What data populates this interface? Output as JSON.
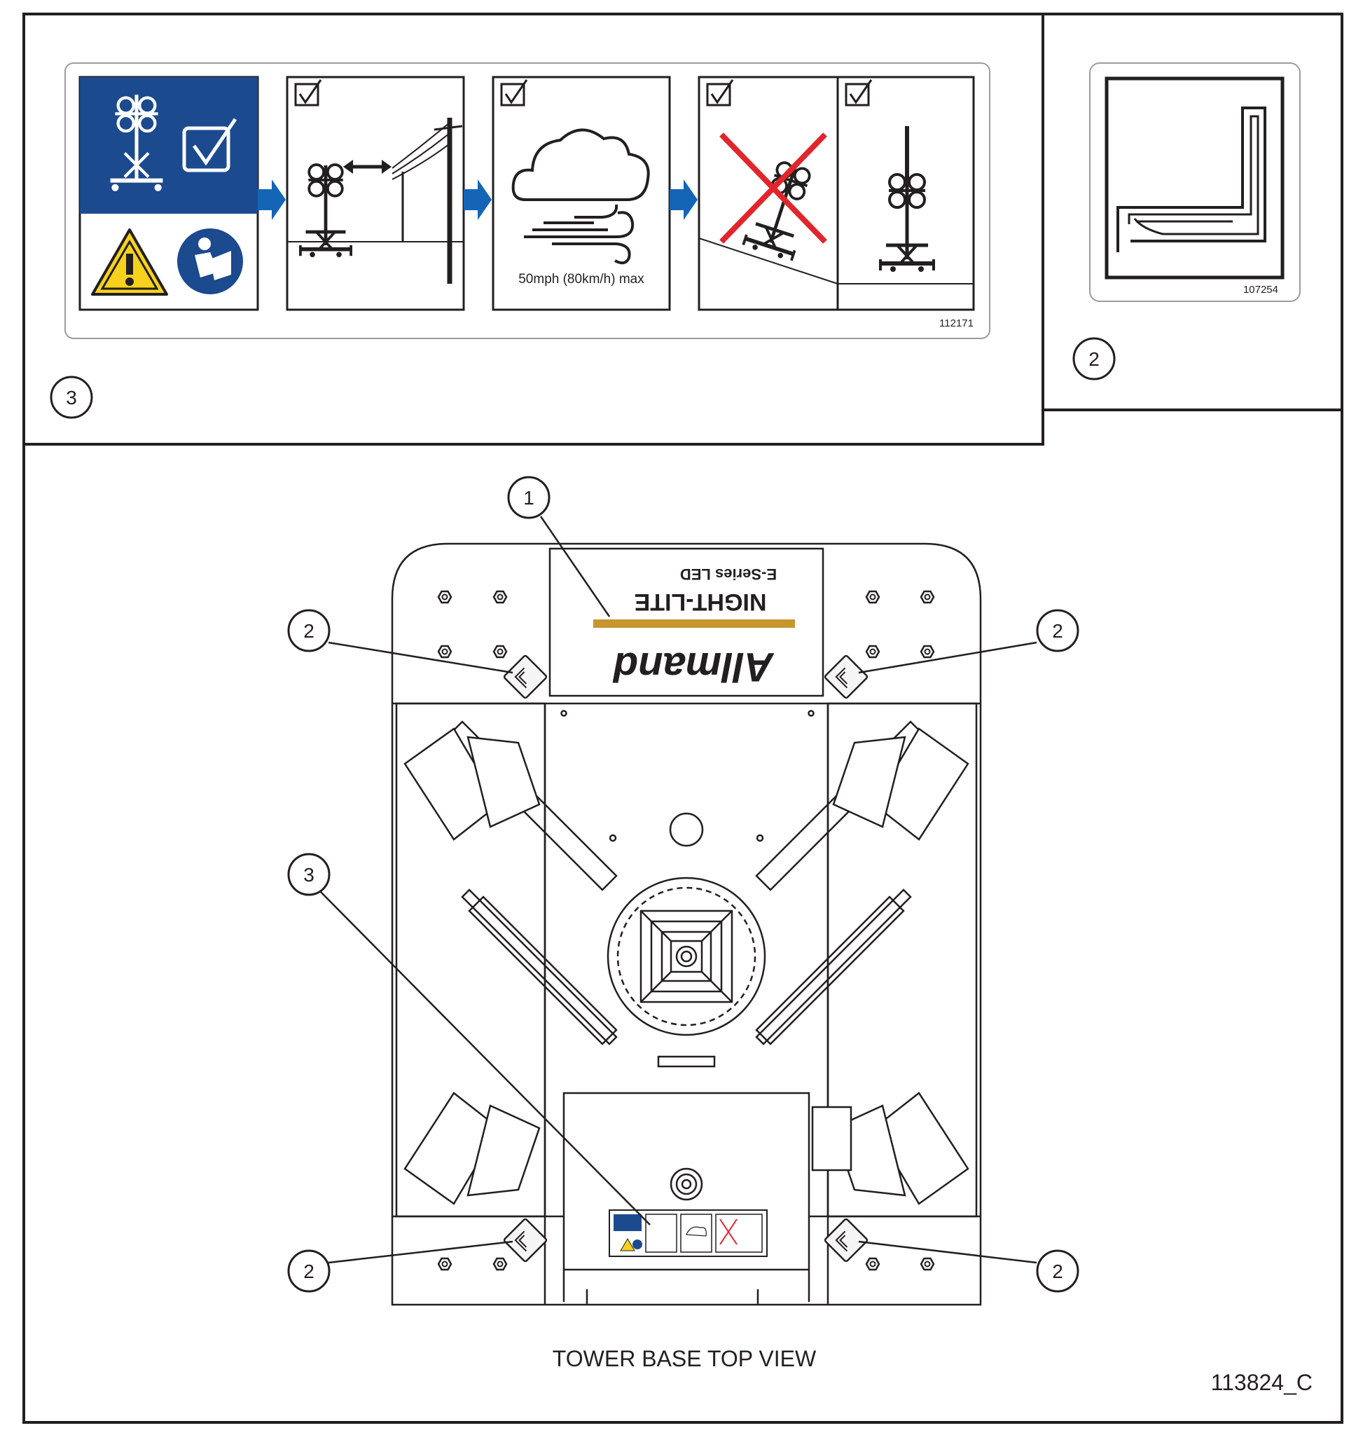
{
  "decal_3": {
    "part_number": "112171",
    "wind_text": "50mph (80km/h) max",
    "callout": "3"
  },
  "decal_2": {
    "part_number": "107254",
    "callout": "2"
  },
  "tower_base": {
    "brand": "Allmand",
    "product": "NIGHT-LITE",
    "series": "E-Series LED",
    "callouts": [
      "1",
      "2",
      "2",
      "3",
      "2",
      "2"
    ],
    "caption": "TOWER BASE TOP VIEW"
  },
  "figure_id": "113824_C",
  "colors": {
    "decal_blue": "#1b4a8f",
    "arrow_blue": "#1565b7",
    "warning_yellow": "#f6d21c",
    "prohibit_red": "#e1252b",
    "stripe_gold": "#c8962e",
    "line": "#231f20"
  }
}
